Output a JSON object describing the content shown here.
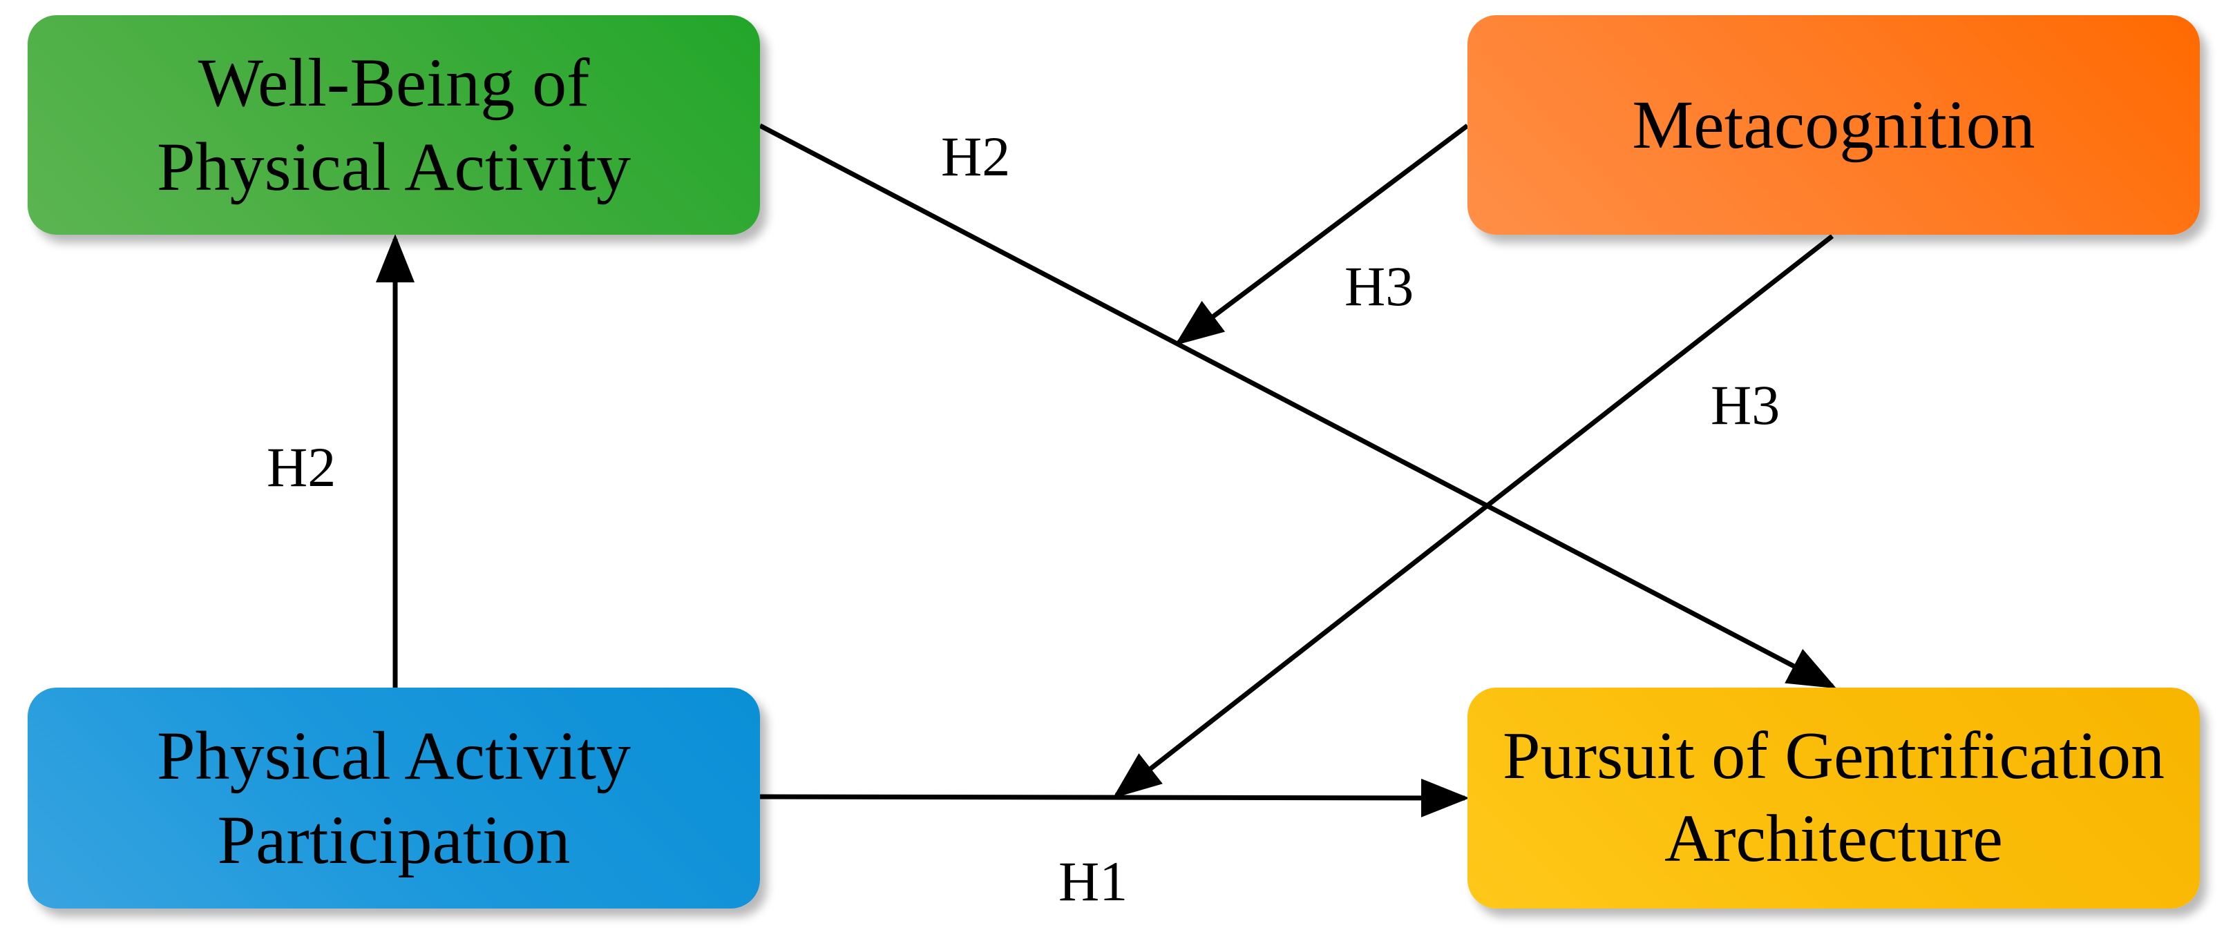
{
  "nodes": {
    "wellbeing": {
      "line1": "Well-Being of",
      "line2": "Physical Activity",
      "color": "#3aa935"
    },
    "metacognition": {
      "label": "Metacognition",
      "color": "#ff7a22"
    },
    "participation": {
      "line1": "Physical Activity",
      "line2": "Participation",
      "color": "#1b97db"
    },
    "pursuit": {
      "line1": "Pursuit of Gentrification",
      "line2": "Architecture",
      "color": "#fbbf0e"
    }
  },
  "edges": {
    "h2_diagonal": "H2",
    "h3_moderation_upper": "H3",
    "h3_moderation_lower": "H3",
    "h2_vertical": "H2",
    "h1_horizontal": "H1"
  },
  "colors": {
    "arrow": "#000000",
    "background": "#ffffff"
  }
}
